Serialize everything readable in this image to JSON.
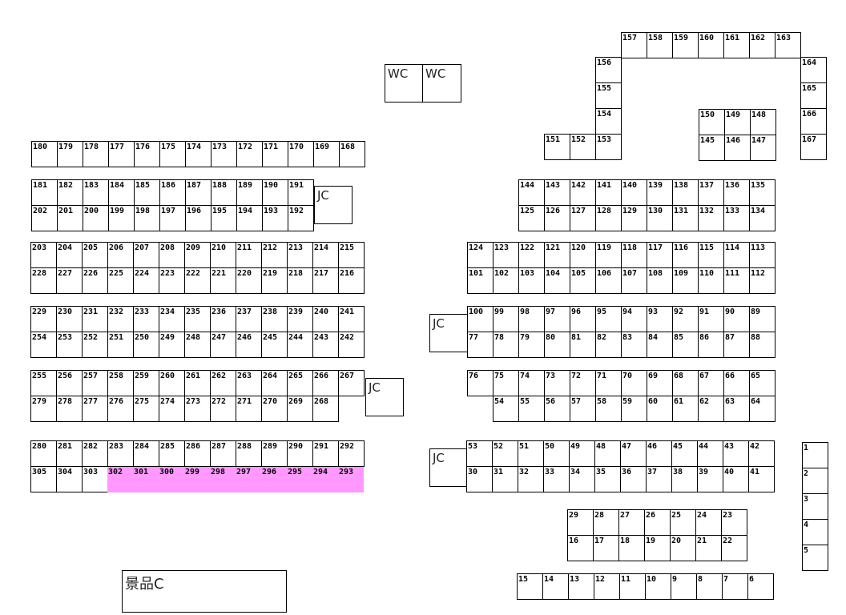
{
  "highlight_color": "#ff99ff",
  "highlighted": [
    "302",
    "301",
    "300",
    "299",
    "298",
    "297",
    "296",
    "295",
    "294",
    "293"
  ],
  "facilities": {
    "wc1": "WC",
    "wc2": "WC",
    "jc1": "JC",
    "jc2": "JC",
    "jc3": "JC",
    "jc4": "JC",
    "prize": "景品C"
  },
  "blocks": {
    "g157": [
      [
        "157",
        "158",
        "159",
        "160",
        "161",
        "162",
        "163"
      ]
    ],
    "g156": [
      [
        "156",
        "155",
        "154",
        "153"
      ]
    ],
    "g151": [
      [
        "151",
        "152"
      ]
    ],
    "g164": [
      [
        "164",
        "165",
        "166",
        "167"
      ]
    ],
    "g150": [
      [
        "150",
        "149",
        "148"
      ],
      [
        "145",
        "146",
        "147"
      ]
    ],
    "g180": [
      [
        "180",
        "179",
        "178",
        "177",
        "176",
        "175",
        "174",
        "173",
        "172",
        "171",
        "170",
        "169",
        "168"
      ]
    ],
    "g181": [
      [
        "181",
        "182",
        "183",
        "184",
        "185",
        "186",
        "187",
        "188",
        "189",
        "190",
        "191"
      ],
      [
        "202",
        "201",
        "200",
        "199",
        "198",
        "197",
        "196",
        "195",
        "194",
        "193",
        "192"
      ]
    ],
    "g203": [
      [
        "203",
        "204",
        "205",
        "206",
        "207",
        "208",
        "209",
        "210",
        "211",
        "212",
        "213",
        "214",
        "215"
      ],
      [
        "228",
        "227",
        "226",
        "225",
        "224",
        "223",
        "222",
        "221",
        "220",
        "219",
        "218",
        "217",
        "216"
      ]
    ],
    "g229": [
      [
        "229",
        "230",
        "231",
        "232",
        "233",
        "234",
        "235",
        "236",
        "237",
        "238",
        "239",
        "240",
        "241"
      ],
      [
        "254",
        "253",
        "252",
        "251",
        "250",
        "249",
        "248",
        "247",
        "246",
        "245",
        "244",
        "243",
        "242"
      ]
    ],
    "g255": [
      [
        "255",
        "256",
        "257",
        "258",
        "259",
        "260",
        "261",
        "262",
        "263",
        "264",
        "265",
        "266",
        "267"
      ],
      [
        "279",
        "278",
        "277",
        "276",
        "275",
        "274",
        "273",
        "272",
        "271",
        "270",
        "269",
        "268"
      ]
    ],
    "g280": [
      [
        "280",
        "281",
        "282",
        "283",
        "284",
        "285",
        "286",
        "287",
        "288",
        "289",
        "290",
        "291",
        "292"
      ],
      [
        "305",
        "304",
        "303",
        "302",
        "301",
        "300",
        "299",
        "298",
        "297",
        "296",
        "295",
        "294",
        "293"
      ]
    ],
    "g144": [
      [
        "144",
        "143",
        "142",
        "141",
        "140",
        "139",
        "138",
        "137",
        "136",
        "135"
      ],
      [
        "125",
        "126",
        "127",
        "128",
        "129",
        "130",
        "131",
        "132",
        "133",
        "134"
      ]
    ],
    "g124": [
      [
        "124",
        "123",
        "122",
        "121",
        "120",
        "119",
        "118",
        "117",
        "116",
        "115",
        "114",
        "113"
      ],
      [
        "101",
        "102",
        "103",
        "104",
        "105",
        "106",
        "107",
        "108",
        "109",
        "110",
        "111",
        "112"
      ]
    ],
    "g100": [
      [
        "100",
        "99",
        "98",
        "97",
        "96",
        "95",
        "94",
        "93",
        "92",
        "91",
        "90",
        "89"
      ],
      [
        "77",
        "78",
        "79",
        "80",
        "81",
        "82",
        "83",
        "84",
        "85",
        "86",
        "87",
        "88"
      ]
    ],
    "g76": [
      [
        "76",
        "75",
        "74",
        "73",
        "72",
        "71",
        "70",
        "69",
        "68",
        "67",
        "66",
        "65"
      ],
      [
        "54",
        "55",
        "56",
        "57",
        "58",
        "59",
        "60",
        "61",
        "62",
        "63",
        "64"
      ]
    ],
    "g53": [
      [
        "53",
        "52",
        "51",
        "50",
        "49",
        "48",
        "47",
        "46",
        "45",
        "44",
        "43",
        "42"
      ],
      [
        "30",
        "31",
        "32",
        "33",
        "34",
        "35",
        "36",
        "37",
        "38",
        "39",
        "40",
        "41"
      ]
    ],
    "g29": [
      [
        "29",
        "28",
        "27",
        "26",
        "25",
        "24",
        "23"
      ],
      [
        "16",
        "17",
        "18",
        "19",
        "20",
        "21",
        "22"
      ]
    ],
    "g15": [
      [
        "15",
        "14",
        "13",
        "12",
        "11",
        "10",
        "9",
        "8",
        "7",
        "6"
      ]
    ],
    "g1": [
      [
        "1",
        "2",
        "3",
        "4",
        "5"
      ]
    ]
  }
}
